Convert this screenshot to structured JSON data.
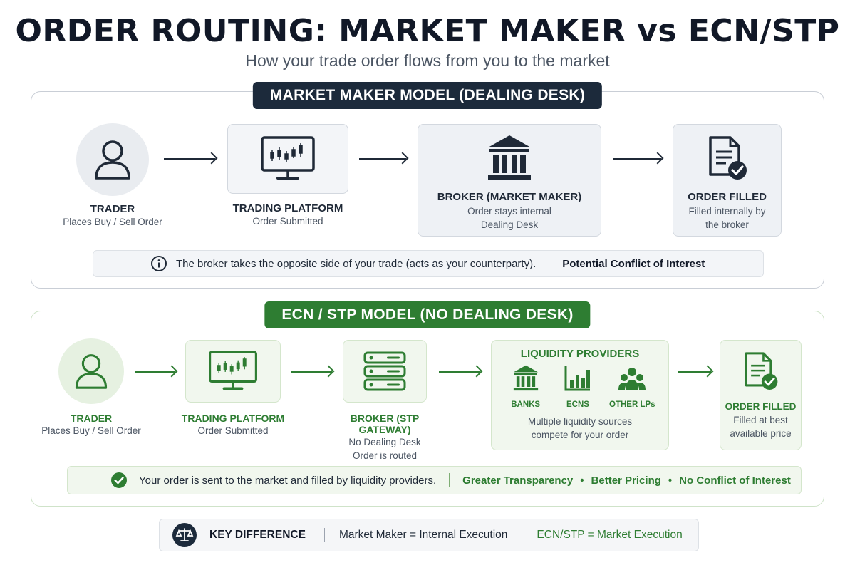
{
  "title": "ORDER ROUTING: MARKET MAKER vs ECN/STP",
  "subtitle": "How your trade order flows from you to the market",
  "market_maker": {
    "banner": "MARKET MAKER MODEL (DEALING DESK)",
    "trader": {
      "label": "TRADER",
      "sub": "Places Buy / Sell Order"
    },
    "platform": {
      "label": "TRADING PLATFORM",
      "sub": "Order Submitted"
    },
    "broker": {
      "label": "BROKER (MARKET MAKER)",
      "sub1": "Order stays internal",
      "sub2": "Dealing Desk"
    },
    "filled": {
      "label": "ORDER FILLED",
      "sub1": "Filled internally by",
      "sub2": "the broker"
    },
    "note": "The broker takes the opposite side of your trade (acts as your counterparty).",
    "note_emphasis": "Potential Conflict of Interest"
  },
  "ecn": {
    "banner": "ECN / STP MODEL (NO DEALING DESK)",
    "trader": {
      "label": "TRADER",
      "sub": "Places Buy / Sell Order"
    },
    "platform": {
      "label": "TRADING PLATFORM",
      "sub": "Order Submitted"
    },
    "broker": {
      "label": "BROKER (STP GATEWAY)",
      "sub1": "No Dealing Desk",
      "sub2": "Order is routed"
    },
    "lp": {
      "title": "LIQUIDITY PROVIDERS",
      "items": [
        "BANKS",
        "ECNS",
        "OTHER LPs"
      ],
      "sub1": "Multiple liquidity sources",
      "sub2": "compete for your order"
    },
    "filled": {
      "label": "ORDER FILLED",
      "sub1": "Filled at best",
      "sub2": "available price"
    },
    "note": "Your order is sent to the market and filled by liquidity providers.",
    "benefits": [
      "Greater Transparency",
      "Better Pricing",
      "No Conflict of Interest"
    ]
  },
  "key_difference": {
    "label": "KEY DIFFERENCE",
    "mm": "Market Maker = Internal Execution",
    "ecn": "ECN/STP = Market Execution"
  },
  "colors": {
    "dark": "#1c2a3b",
    "green": "#2e7d32"
  }
}
